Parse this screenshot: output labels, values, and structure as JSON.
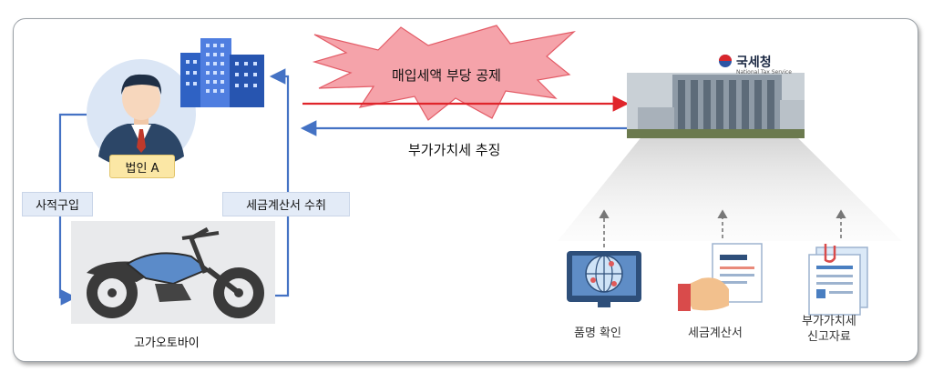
{
  "corporation": {
    "label": "법인 A"
  },
  "left_flow": {
    "private_purchase": "사적구입",
    "invoice_receipt": "세금계산서 수취"
  },
  "vehicle": {
    "label": "고가오토바이"
  },
  "arrows": {
    "improper_deduction": "매입세액 부당 공제",
    "vat_collection": "부가가치세 추징"
  },
  "nts": {
    "name": "국세청",
    "subtitle": "National Tax Service"
  },
  "evidence": [
    {
      "icon": "globe-monitor-icon",
      "label": "품명 확인"
    },
    {
      "icon": "hand-invoice-icon",
      "label": "세금계산서"
    },
    {
      "icon": "tax-report-icon",
      "label": "부가가치세\n신고자료"
    }
  ],
  "colors": {
    "arrow_red": "#e0252b",
    "arrow_blue": "#4472c4",
    "box_fill": "#e3ebf7",
    "burst_fill": "#f5a3aa",
    "icon_blue": "#4a7fc1"
  }
}
